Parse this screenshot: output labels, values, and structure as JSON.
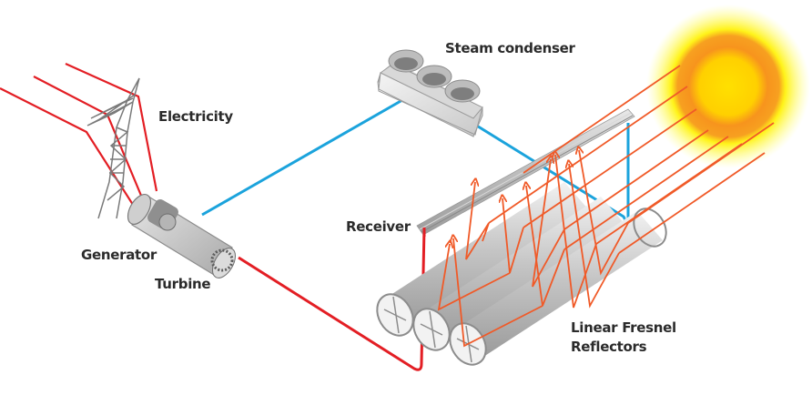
{
  "diagram": {
    "title": "Linear Fresnel solar thermal power plant",
    "labels": {
      "steam_condenser": "Steam condenser",
      "electricity": "Electricity",
      "generator": "Generator",
      "turbine": "Turbine",
      "receiver": "Receiver",
      "reflectors_line1": "Linear Fresnel",
      "reflectors_line2": "Reflectors"
    },
    "colors": {
      "hot_line": "#e31e24",
      "cold_line": "#1ba3dc",
      "sun_ray": "#f05a28",
      "sun_core": "#ffe000",
      "sun_ring": "#f7941d",
      "metal": "#b8b8b8"
    },
    "components": [
      {
        "id": "power-pylon",
        "icon": "transmission-tower-icon"
      },
      {
        "id": "generator-turbine",
        "icon": "generator-turbine-icon"
      },
      {
        "id": "steam-condenser",
        "icon": "condenser-icon"
      },
      {
        "id": "receiver",
        "icon": "receiver-tube-icon"
      },
      {
        "id": "reflectors",
        "icon": "mirror-row-icon",
        "count": 3
      },
      {
        "id": "sun",
        "icon": "sun-icon"
      }
    ]
  }
}
